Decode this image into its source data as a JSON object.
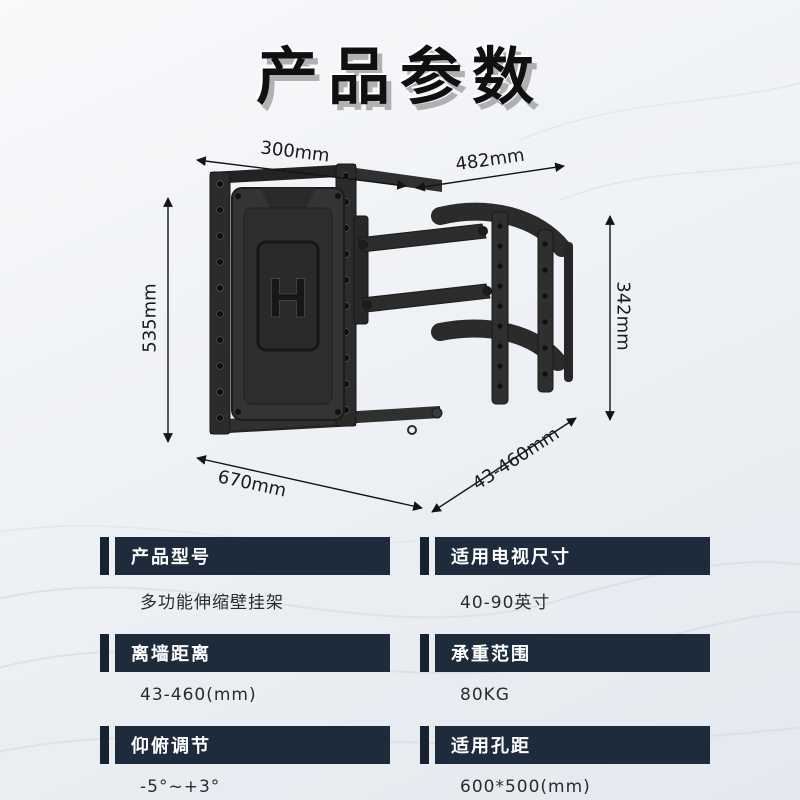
{
  "page": {
    "title": "产品参数"
  },
  "diagram": {
    "dimensions": {
      "top_left": "300mm",
      "top_right": "482mm",
      "left": "535mm",
      "right": "342mm",
      "bottom_left": "670mm",
      "bottom_right": "43-460mm"
    }
  },
  "specs": {
    "left": [
      {
        "label": "产品型号",
        "value": "多功能伸缩壁挂架"
      },
      {
        "label": "离墙距离",
        "value": "43-460(mm)"
      },
      {
        "label": "仰俯调节",
        "value": "-5°~+3°"
      }
    ],
    "right": [
      {
        "label": "适用电视尺寸",
        "value": "40-90英寸"
      },
      {
        "label": "承重范围",
        "value": "80KG"
      },
      {
        "label": "适用孔距",
        "value": "600*500(mm)"
      }
    ]
  },
  "colors": {
    "header_bar": "#1d2b3d",
    "header_accent": "#16222f",
    "title_text": "#101010",
    "dimension_text": "#1a1a1a"
  }
}
